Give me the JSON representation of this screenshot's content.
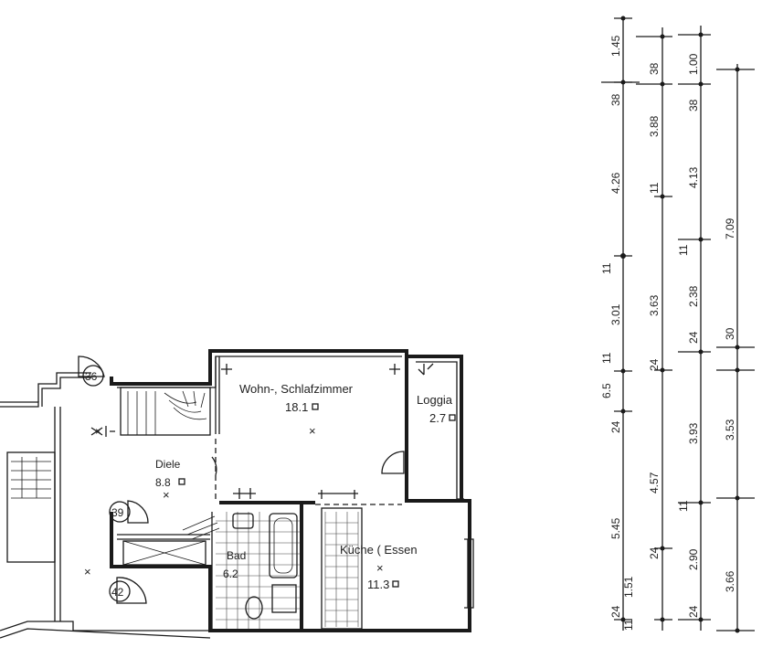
{
  "rooms": {
    "wohn_label": "Wohn-, Schlafzimmer",
    "wohn_area": "18.1",
    "loggia_label": "Loggia",
    "loggia_area": "2.7",
    "diele_label": "Diele",
    "diele_area": "8.8",
    "bad_label": "Bad",
    "bad_area": "6.2",
    "kueche_label": "Küche ( Essen",
    "kueche_area": "11.3"
  },
  "markers": {
    "m36": "36",
    "m39": "39",
    "m42": "42"
  },
  "dimensions": {
    "col1": [
      "1.45",
      "38",
      "4.26",
      "11",
      "3.01",
      "11",
      "6.5",
      "24",
      "5.45",
      "24"
    ],
    "col2": [
      "38",
      "3.88",
      "11",
      "3.63",
      "24",
      "4.57",
      "24",
      "1.51",
      "11"
    ],
    "col3": [
      "1.00",
      "38",
      "4.13",
      "11",
      "2.38",
      "24",
      "3.93",
      "11",
      "2.90",
      "24"
    ],
    "col4": [
      "7.09",
      "30",
      "3.53",
      "3.66"
    ]
  }
}
